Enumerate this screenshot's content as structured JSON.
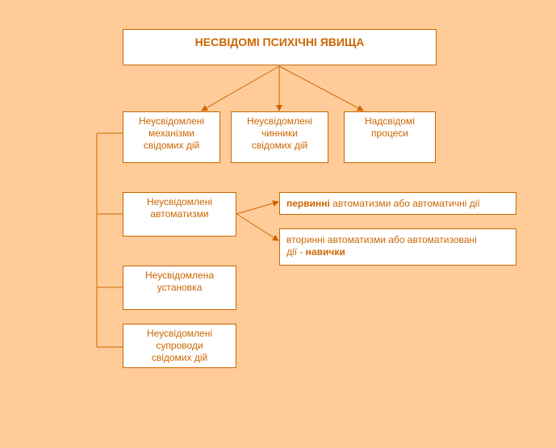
{
  "colors": {
    "background": "#ffcc99",
    "accent": "#cc6600",
    "box": "#ffffff"
  },
  "title": "НЕСВІДОМІ ПСИХІЧНІ ЯВИЩА",
  "level1": [
    {
      "lines": [
        "Неусвідомлені",
        "механізми",
        "свідомих дій"
      ]
    },
    {
      "lines": [
        "Неусвідомлені",
        "чинники",
        "свідомих дій"
      ]
    },
    {
      "lines": [
        "Надсвідомі",
        "процеси"
      ]
    }
  ],
  "branches": [
    {
      "lines": [
        "Неусвідомлені",
        "автоматизми"
      ]
    },
    {
      "lines": [
        "Неусвідомлена",
        "установка"
      ]
    },
    {
      "lines": [
        "Неусвідомлені",
        "супроводи",
        "свідомих дій"
      ]
    }
  ],
  "automatisms": {
    "primary": {
      "bold": "первинні",
      "rest": " автоматизми або автоматичні дії"
    },
    "secondary": {
      "line1": "вторинні автоматизми або автоматизовані",
      "line2_prefix": "дії - ",
      "line2_bold": "навички"
    }
  }
}
